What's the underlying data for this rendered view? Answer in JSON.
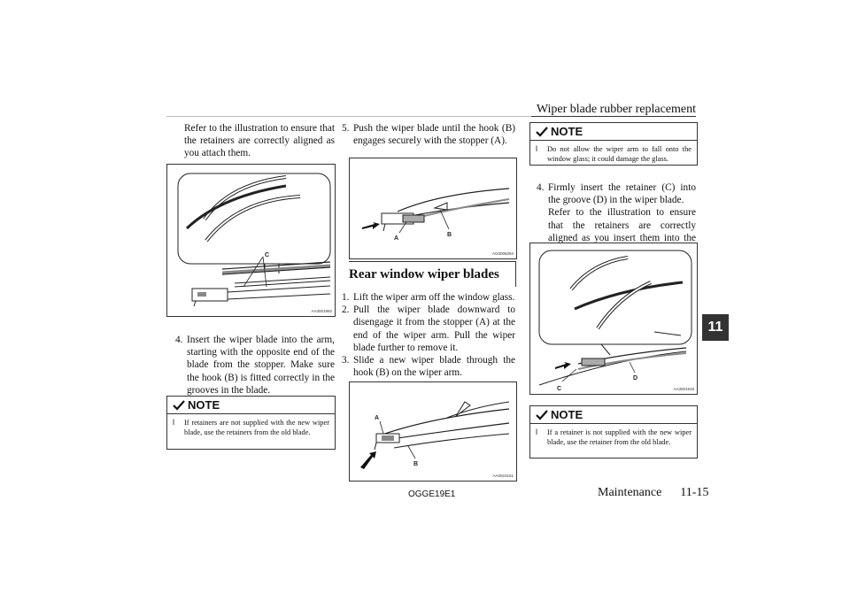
{
  "header": {
    "title": "Wiper blade rubber replacement"
  },
  "tab": {
    "label": "11"
  },
  "col1": {
    "intro": "Refer to the illustration to ensure that the retainers are correctly aligned as you attach them.",
    "figure_id": "AA3001992",
    "figure_label_c": "C",
    "step4": {
      "num": "4.",
      "text": "Insert the wiper blade into the arm, starting with the opposite end of the blade from the stopper. Make sure the hook (B) is fitted correctly in the grooves in the blade."
    },
    "note": {
      "title": "NOTE",
      "bullet": "l",
      "text": "If retainers are not supplied with the new wiper blade, use the retainers from the old blade."
    }
  },
  "col2": {
    "step5": {
      "num": "5.",
      "text": "Push the wiper blade until the hook (B) engages securely with the stopper (A)."
    },
    "figure1": {
      "id": "AG0006284",
      "label_a": "A",
      "label_b": "B"
    },
    "section_title": "Rear window wiper blades",
    "steps": [
      {
        "num": "1.",
        "text": "Lift the wiper arm off the window glass."
      },
      {
        "num": "2.",
        "text": "Pull the wiper blade downward to disengage it from the stopper (A) at the end of the wiper arm. Pull the wiper blade further to remove it."
      },
      {
        "num": "3.",
        "text": "Slide a new wiper blade through the hook (B) on the wiper arm."
      }
    ],
    "figure2": {
      "id": "AA0023151",
      "label_a": "A",
      "label_b": "B"
    }
  },
  "col3": {
    "note1": {
      "title": "NOTE",
      "bullet": "l",
      "text": "Do not allow the wiper arm to fall onto the window glass; it could damage the glass."
    },
    "step4": {
      "num": "4.",
      "text": "Firmly insert the retainer (C) into the groove (D) in the wiper blade.",
      "text2": "Refer to the illustration to ensure that the retainers are correctly aligned as you insert them into the groove."
    },
    "figure": {
      "id": "AA3001918",
      "label_c": "C",
      "label_d": "D"
    },
    "note2": {
      "title": "NOTE",
      "bullet": "l",
      "text": "If a retainer is not supplied with the new wiper blade, use the retainer from the old blade."
    }
  },
  "footer": {
    "code": "OGGE19E1",
    "section": "Maintenance",
    "page": "11-15"
  }
}
